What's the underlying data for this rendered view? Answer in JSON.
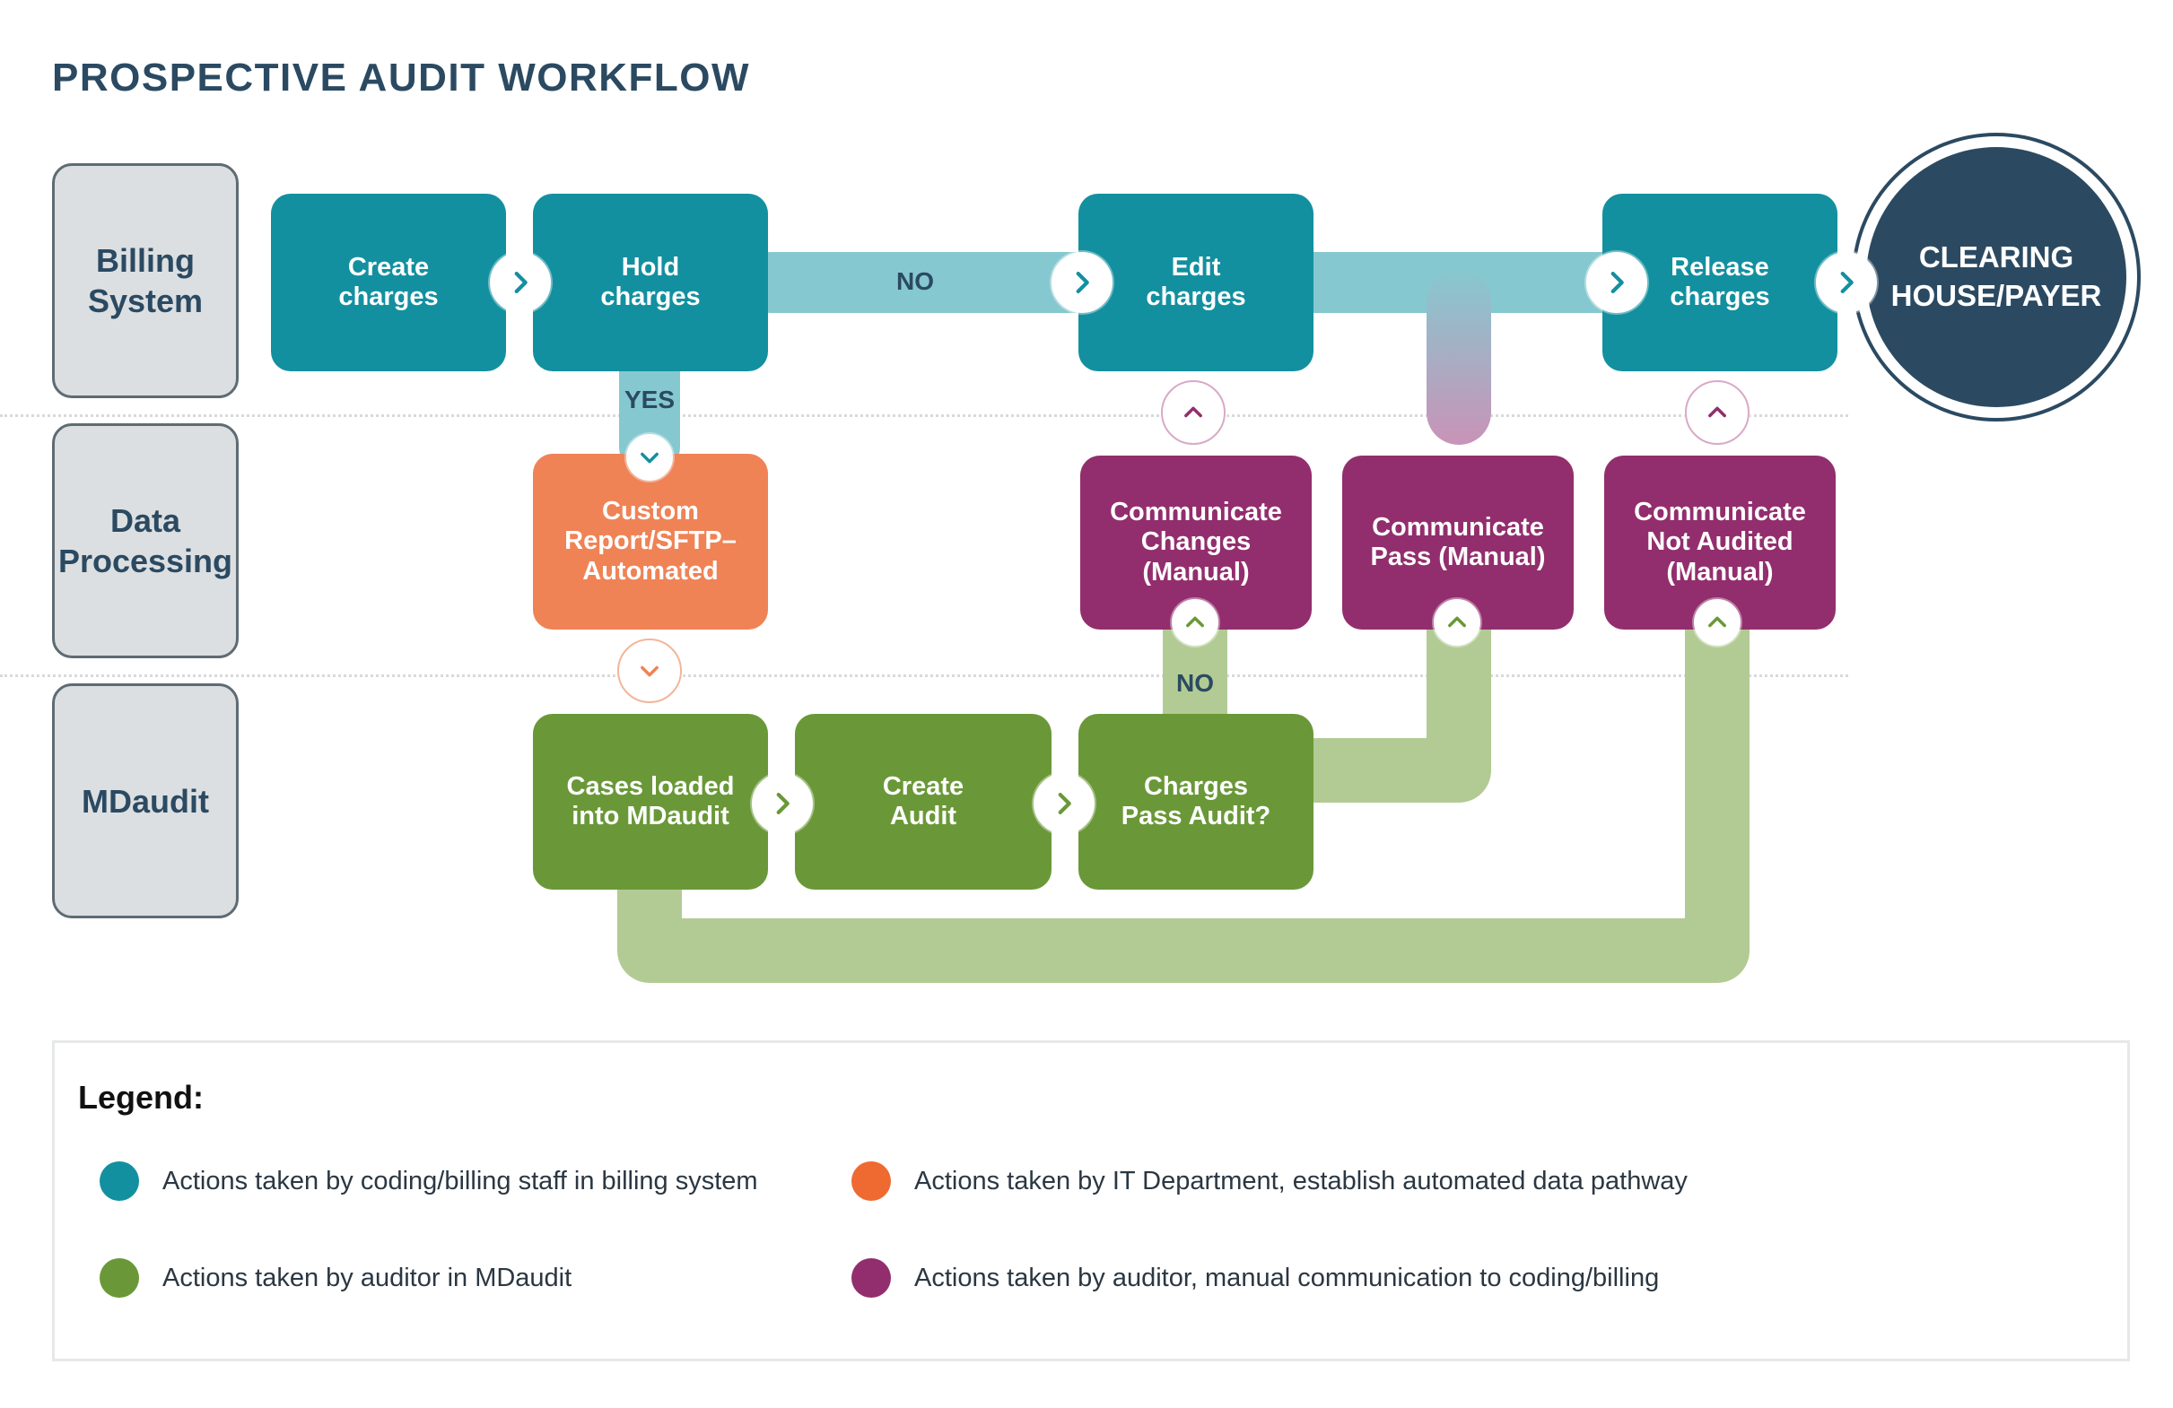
{
  "title": "PROSPECTIVE AUDIT WORKFLOW",
  "lanes": [
    {
      "label": "Billing\nSystem"
    },
    {
      "label": "Data\nProcessing"
    },
    {
      "label": "MDaudit"
    }
  ],
  "steps": {
    "create_charges": "Create\ncharges",
    "hold_charges": "Hold\ncharges",
    "edit_charges": "Edit\ncharges",
    "release_charges": "Release\ncharges",
    "custom_report": "Custom\nReport/SFTP–\nAutomated",
    "communicate_changes": "Communicate\nChanges (Manual)",
    "communicate_pass": "Communicate\nPass (Manual)",
    "communicate_not_audited": "Communicate\nNot Audited\n(Manual)",
    "cases_loaded": "Cases loaded\ninto MDaudit",
    "create_audit": "Create\nAudit",
    "charges_pass_audit": "Charges\nPass Audit?"
  },
  "endpoint": "CLEARING\nHOUSE/PAYER",
  "connector_labels": {
    "no_top": "NO",
    "yes": "YES",
    "no_audit": "NO"
  },
  "legend": {
    "title": "Legend:",
    "items": [
      {
        "text": "Actions taken by coding/billing staff in billing system",
        "color": "#13909f"
      },
      {
        "text": "Actions taken by IT Department, establish automated data pathway",
        "color": "#ef8356"
      },
      {
        "text": "Actions taken by auditor in MDaudit",
        "color": "#6a9838"
      },
      {
        "text": "Actions taken by auditor, manual communication to coding/billing",
        "color": "#922e6d"
      }
    ]
  },
  "icons": {
    "flow_arrow": "chevron-right-icon",
    "down_arrow": "chevron-down-icon",
    "up_arrow": "chevron-up-icon"
  }
}
